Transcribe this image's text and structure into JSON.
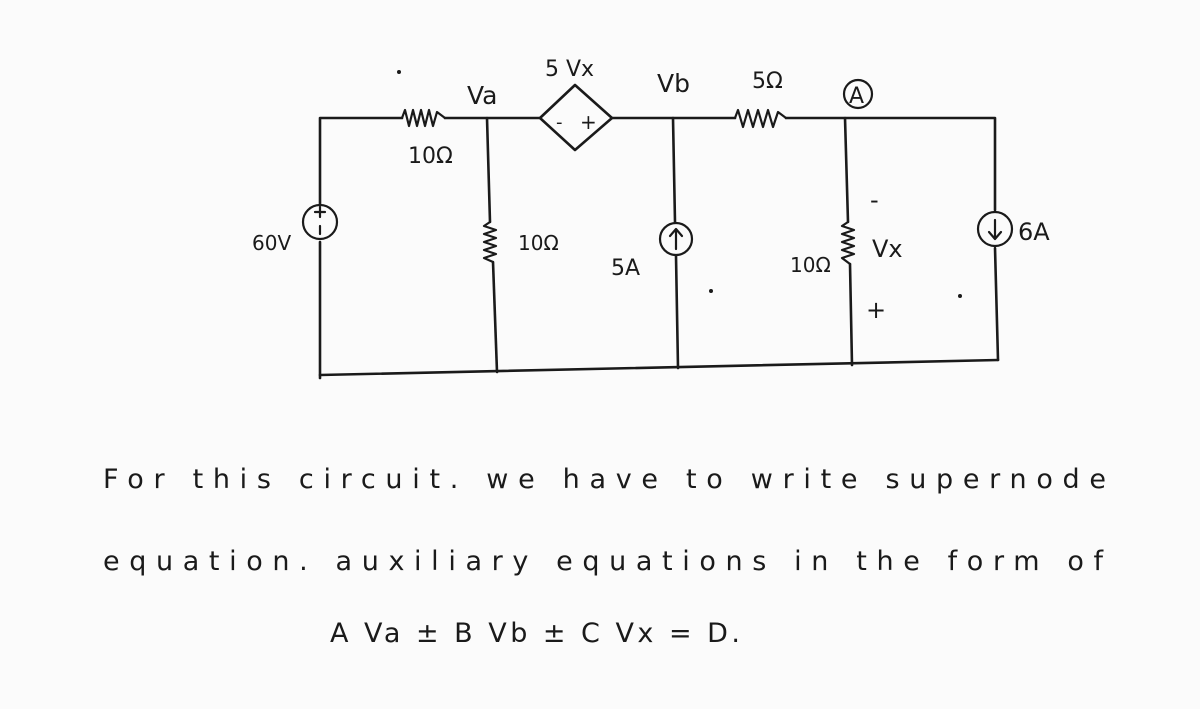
{
  "circuit": {
    "source_voltage_label": "60V",
    "node_a_label": "Va",
    "node_b_label": "Vb",
    "dependent_source_label": "5 Vx",
    "dependent_source_minus": "-",
    "dependent_source_plus": "+",
    "series_resistor_1": "10Ω",
    "shunt_resistor_1": "10Ω",
    "current_source_1": "5A",
    "series_resistor_2": "5Ω",
    "ammeter_label": "A",
    "shunt_resistor_2": "10Ω",
    "vx_label": "Vx",
    "vx_minus": "-",
    "vx_plus": "+",
    "current_source_2": "6A"
  },
  "text": {
    "line1": "For this circuit. we have to write supernode",
    "line2": "equation. auxiliary equations in the form of",
    "equation": "A Va ± B Vb ± C Vx = D."
  }
}
